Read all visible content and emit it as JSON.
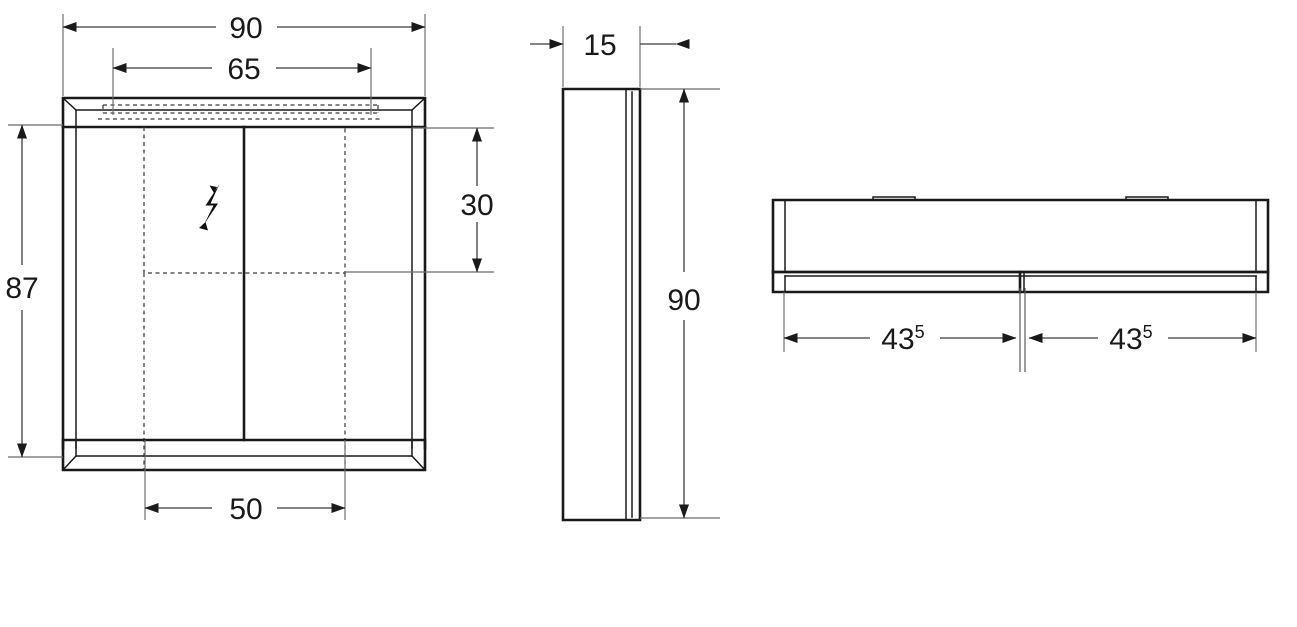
{
  "document": {
    "type": "technical-dimension-drawing",
    "subject": "Mirror cabinet with two doors and illuminated top strip",
    "units_note": "cm",
    "background_color": "#ffffff",
    "line_color": "#1a1a1a"
  },
  "views": {
    "front": {
      "name": "front-elevation",
      "door_count": 2,
      "symbols": [
        {
          "name": "electrical-hazard-bolt",
          "glyph": "lightning-bolt"
        }
      ]
    },
    "side": {
      "name": "side-elevation"
    },
    "top": {
      "name": "top-view",
      "segments": 2
    }
  },
  "dimensions": {
    "front_overall_width": {
      "label": "90",
      "sup": "",
      "name": "dimension-90-width"
    },
    "front_inner_width": {
      "label": "65",
      "sup": "",
      "name": "dimension-65-inner-width"
    },
    "front_overall_height": {
      "label": "87",
      "sup": "",
      "name": "dimension-87-height"
    },
    "front_upper_height": {
      "label": "30",
      "sup": "",
      "name": "dimension-30-upper-height"
    },
    "front_lower_width": {
      "label": "50",
      "sup": "",
      "name": "dimension-50-lower-width"
    },
    "side_depth": {
      "label": "15",
      "sup": "",
      "name": "dimension-15-depth"
    },
    "side_height": {
      "label": "90",
      "sup": "",
      "name": "dimension-90-side-height"
    },
    "top_left_half": {
      "label": "43",
      "sup": "5",
      "name": "dimension-43-5-left"
    },
    "top_right_half": {
      "label": "43",
      "sup": "5",
      "name": "dimension-43-5-right"
    }
  }
}
